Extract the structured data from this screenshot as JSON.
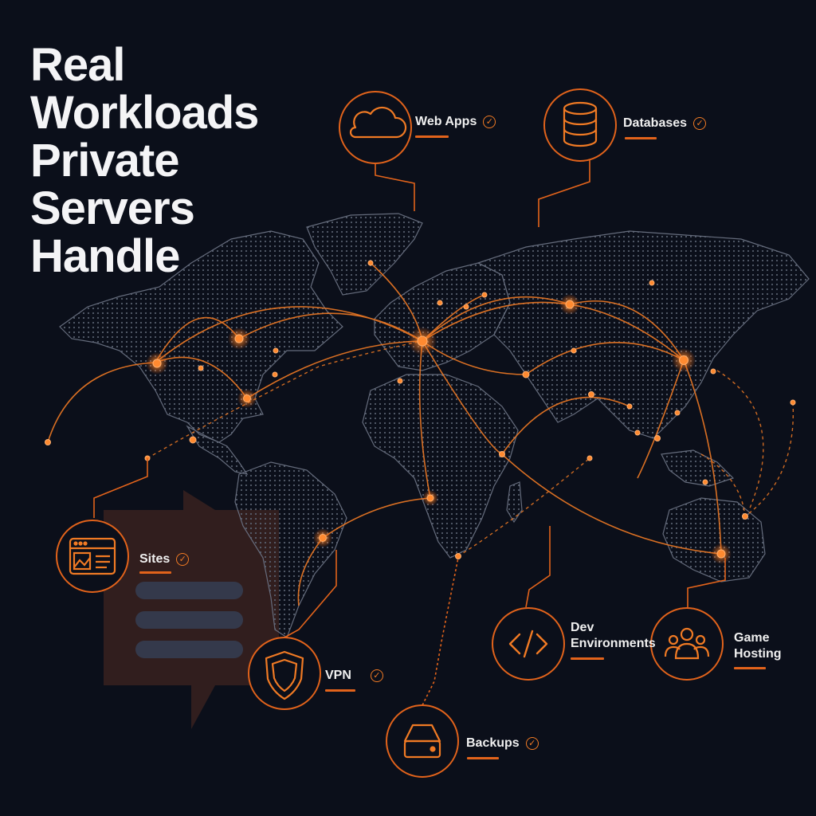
{
  "title": {
    "lines": [
      "Real",
      "Workloads",
      "Private",
      "Servers",
      "Handle"
    ]
  },
  "workloads": [
    {
      "label": "Web Apps",
      "icon": "cloud-icon",
      "checked": true
    },
    {
      "label": "Databases",
      "icon": "database-icon",
      "checked": true
    },
    {
      "label": "Sites",
      "icon": "browser-window-icon",
      "checked": true
    },
    {
      "label": "VPN",
      "icon": "shield-icon",
      "checked": true
    },
    {
      "label": "Backups",
      "icon": "storage-drive-icon",
      "checked": true
    },
    {
      "label_lines": [
        "Dev",
        "Environments"
      ],
      "icon": "code-icon",
      "checked": false
    },
    {
      "label_lines": [
        "Game",
        "Hosting"
      ],
      "icon": "users-group-icon",
      "checked": false
    }
  ],
  "check_glyph": "✓",
  "colors": {
    "background": "#0b0f1a",
    "accent": "#f07a24",
    "land": "#3a4150",
    "text": "#f4f4f6"
  }
}
